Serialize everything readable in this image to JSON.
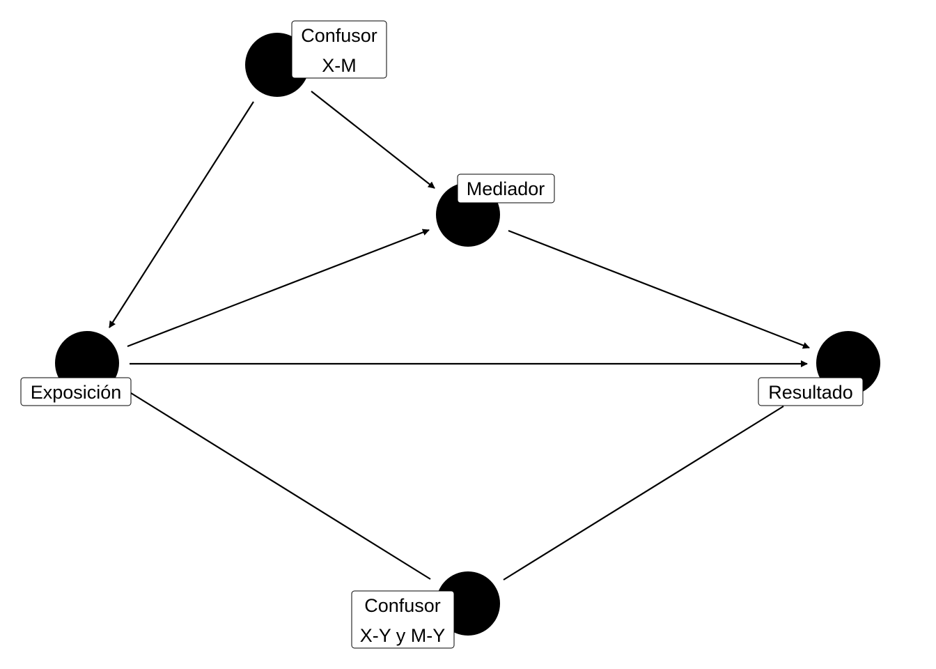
{
  "nodes": {
    "confounder_xm": {
      "line1": "Confusor",
      "line2": "X-M"
    },
    "mediator": {
      "line1": "Mediador"
    },
    "exposure": {
      "line1": "Exposición"
    },
    "outcome": {
      "line1": "Resultado"
    },
    "confounder_xy_my": {
      "line1": "Confusor",
      "line2": "X-Y y M-Y"
    }
  },
  "edges": [
    {
      "from": "confounder_xm",
      "to": "exposure",
      "directed": true
    },
    {
      "from": "confounder_xm",
      "to": "mediator",
      "directed": true
    },
    {
      "from": "exposure",
      "to": "mediator",
      "directed": true
    },
    {
      "from": "mediator",
      "to": "outcome",
      "directed": true
    },
    {
      "from": "exposure",
      "to": "outcome",
      "directed": true
    },
    {
      "from": "confounder_xy_my",
      "to": "exposure",
      "directed": false
    },
    {
      "from": "confounder_xy_my",
      "to": "outcome",
      "directed": false
    }
  ]
}
